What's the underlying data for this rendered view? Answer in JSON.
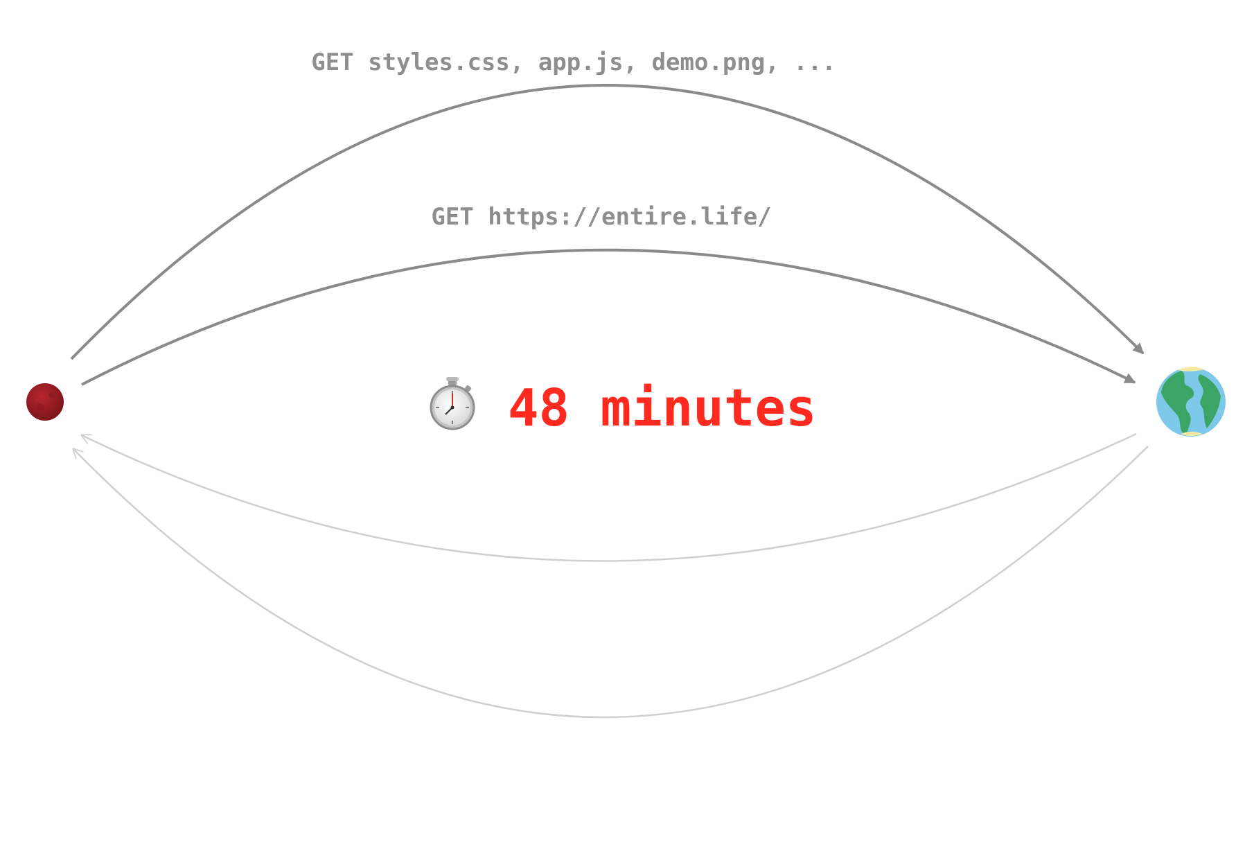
{
  "labels": {
    "request_assets": "GET styles.css, app.js, demo.png, ...",
    "request_page": "GET https://entire.life/",
    "elapsed_time": "48 minutes"
  },
  "icons": {
    "origin": "mars-planet-icon",
    "destination": "earth-globe-icon",
    "timer": "stopwatch-icon"
  },
  "colors": {
    "request_arrow": "#8a8a8a",
    "response_arrow": "#cfcfcf",
    "label_text": "#8e8e8e",
    "time_text": "#ff2a1f",
    "mars": "#9b1c22",
    "earth_ocean": "#7ec8ea",
    "earth_land": "#3aa564"
  }
}
